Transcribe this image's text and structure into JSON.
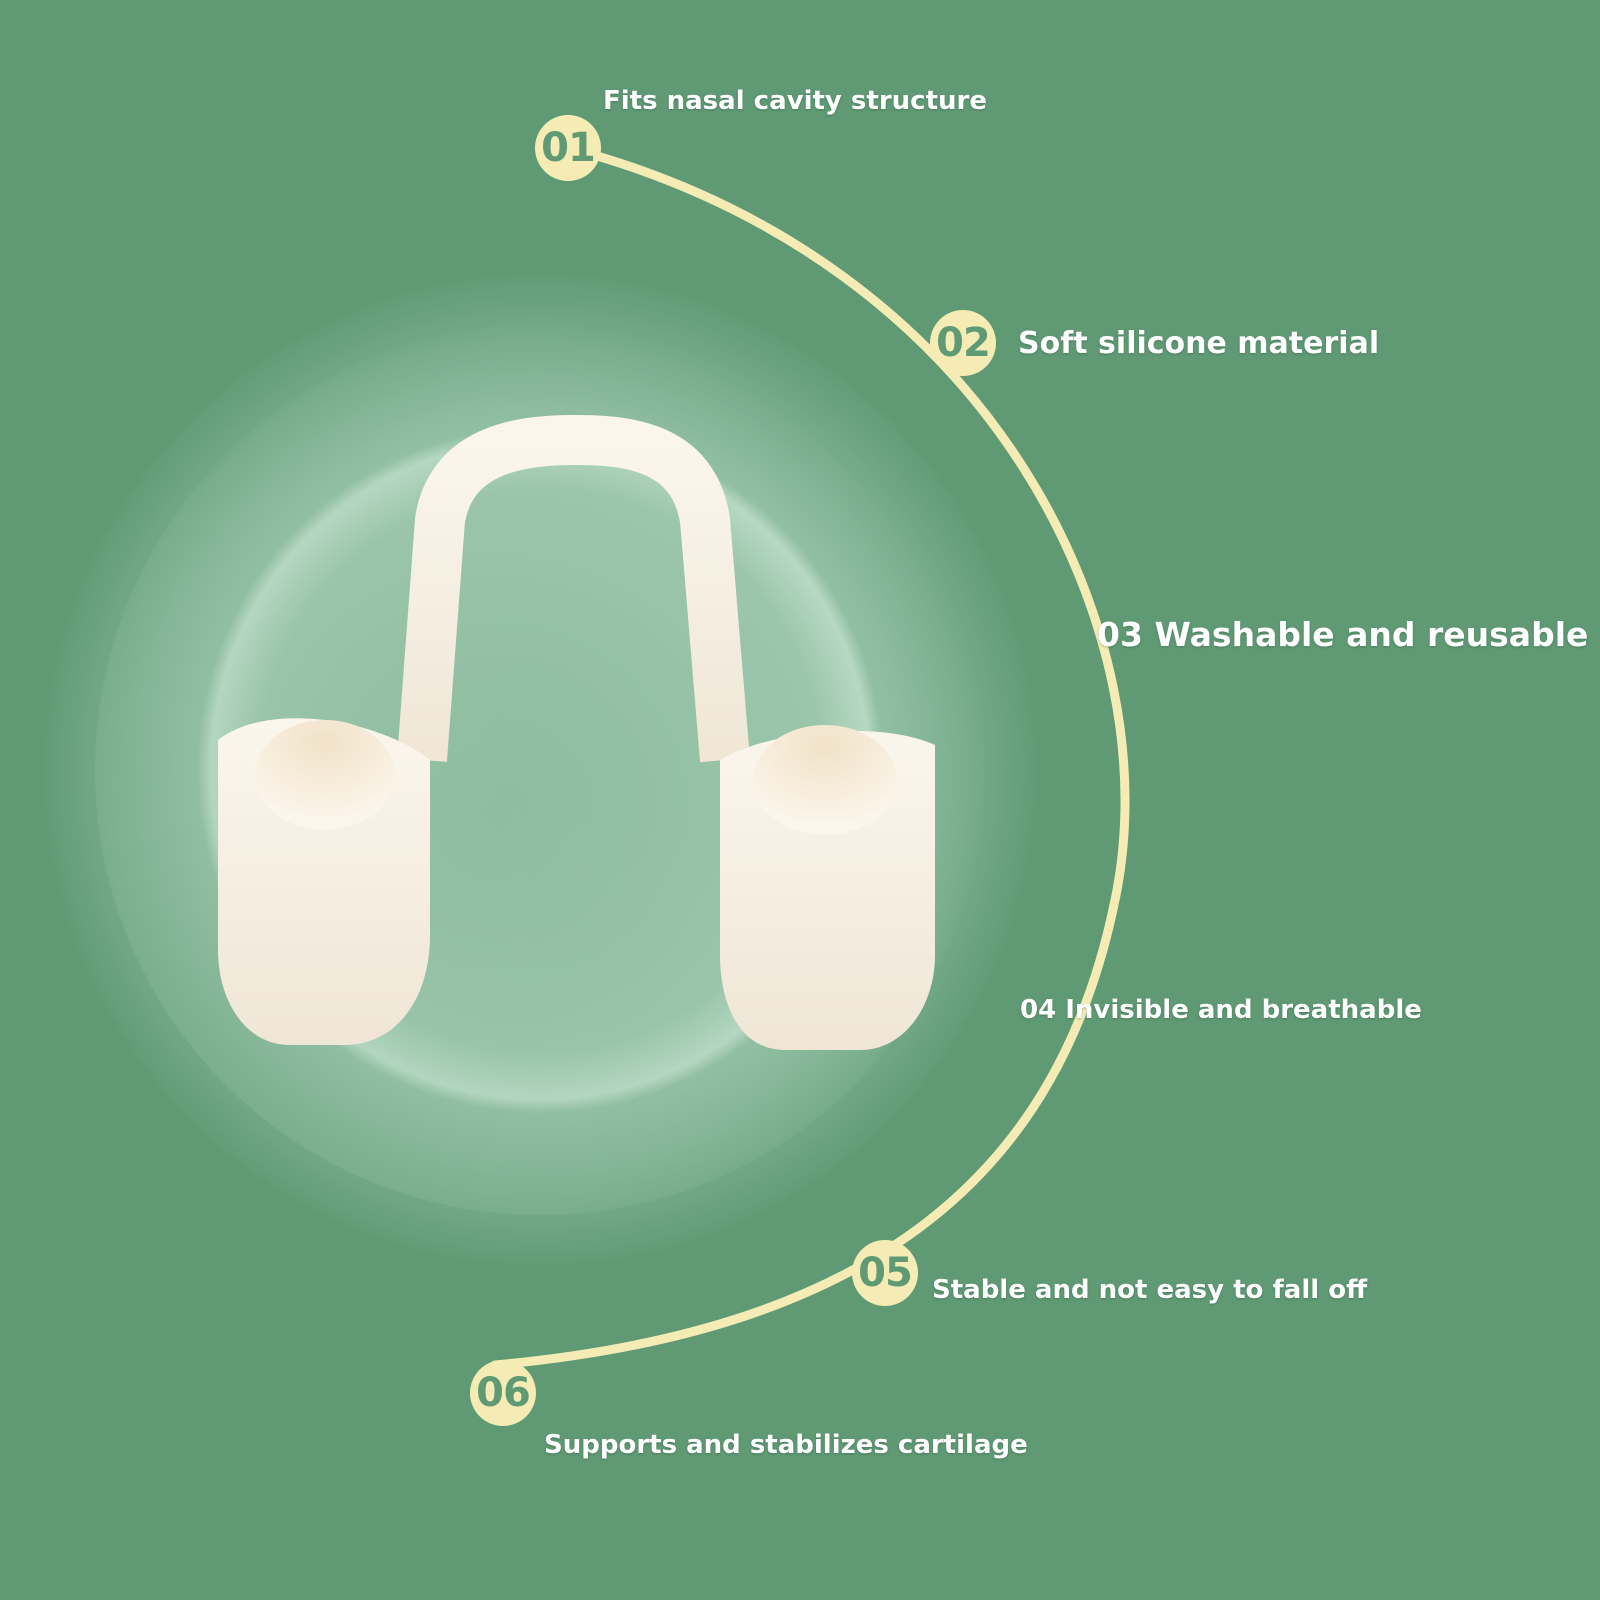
{
  "features": [
    {
      "number": "01",
      "text": "Fits nasal cavity structure"
    },
    {
      "number": "02",
      "text": "Soft silicone material"
    },
    {
      "number": "03",
      "text": "Washable and reusable"
    },
    {
      "number": "04",
      "text": "Invisible and breathable"
    },
    {
      "number": "05",
      "text": "Stable and not easy to fall off"
    },
    {
      "number": "06",
      "text": "Supports and stabilizes cartilage"
    }
  ],
  "colors": {
    "background": "#5f9a74",
    "arc": "#f4ecb4",
    "product": "#f6efe2",
    "text": "#ffffff"
  },
  "product": {
    "icon": "nose-clip-icon"
  }
}
